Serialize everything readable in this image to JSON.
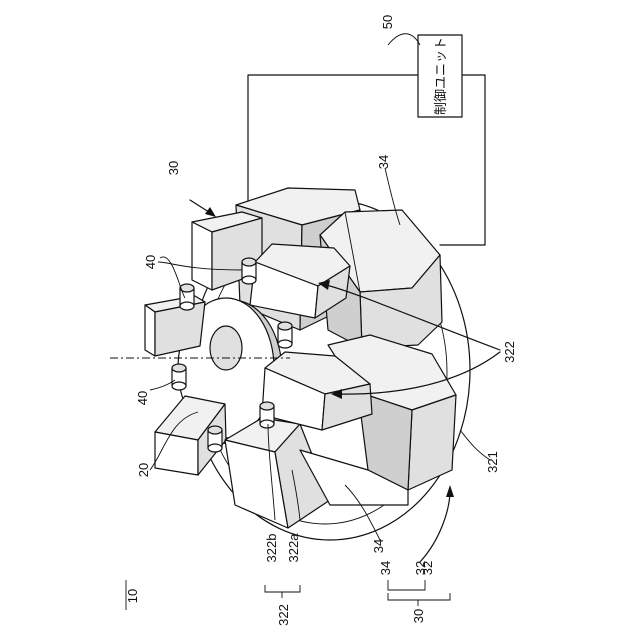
{
  "figure": {
    "number": "10",
    "control_unit_text": "制御ユニット",
    "labels": {
      "control_unit": "50",
      "coil_group_top": "30",
      "sensor_upper": "40",
      "sensor_lower": "40",
      "center_body": "20",
      "pole_top": "34",
      "pole_bottom": "34",
      "stator_ring": "321",
      "stator": "32",
      "tooth_right": "322",
      "tooth_b": "322b",
      "tooth_a": "322a",
      "brace_322": "322",
      "brace_34": "34",
      "brace_32": "32",
      "brace_30": "30"
    }
  }
}
